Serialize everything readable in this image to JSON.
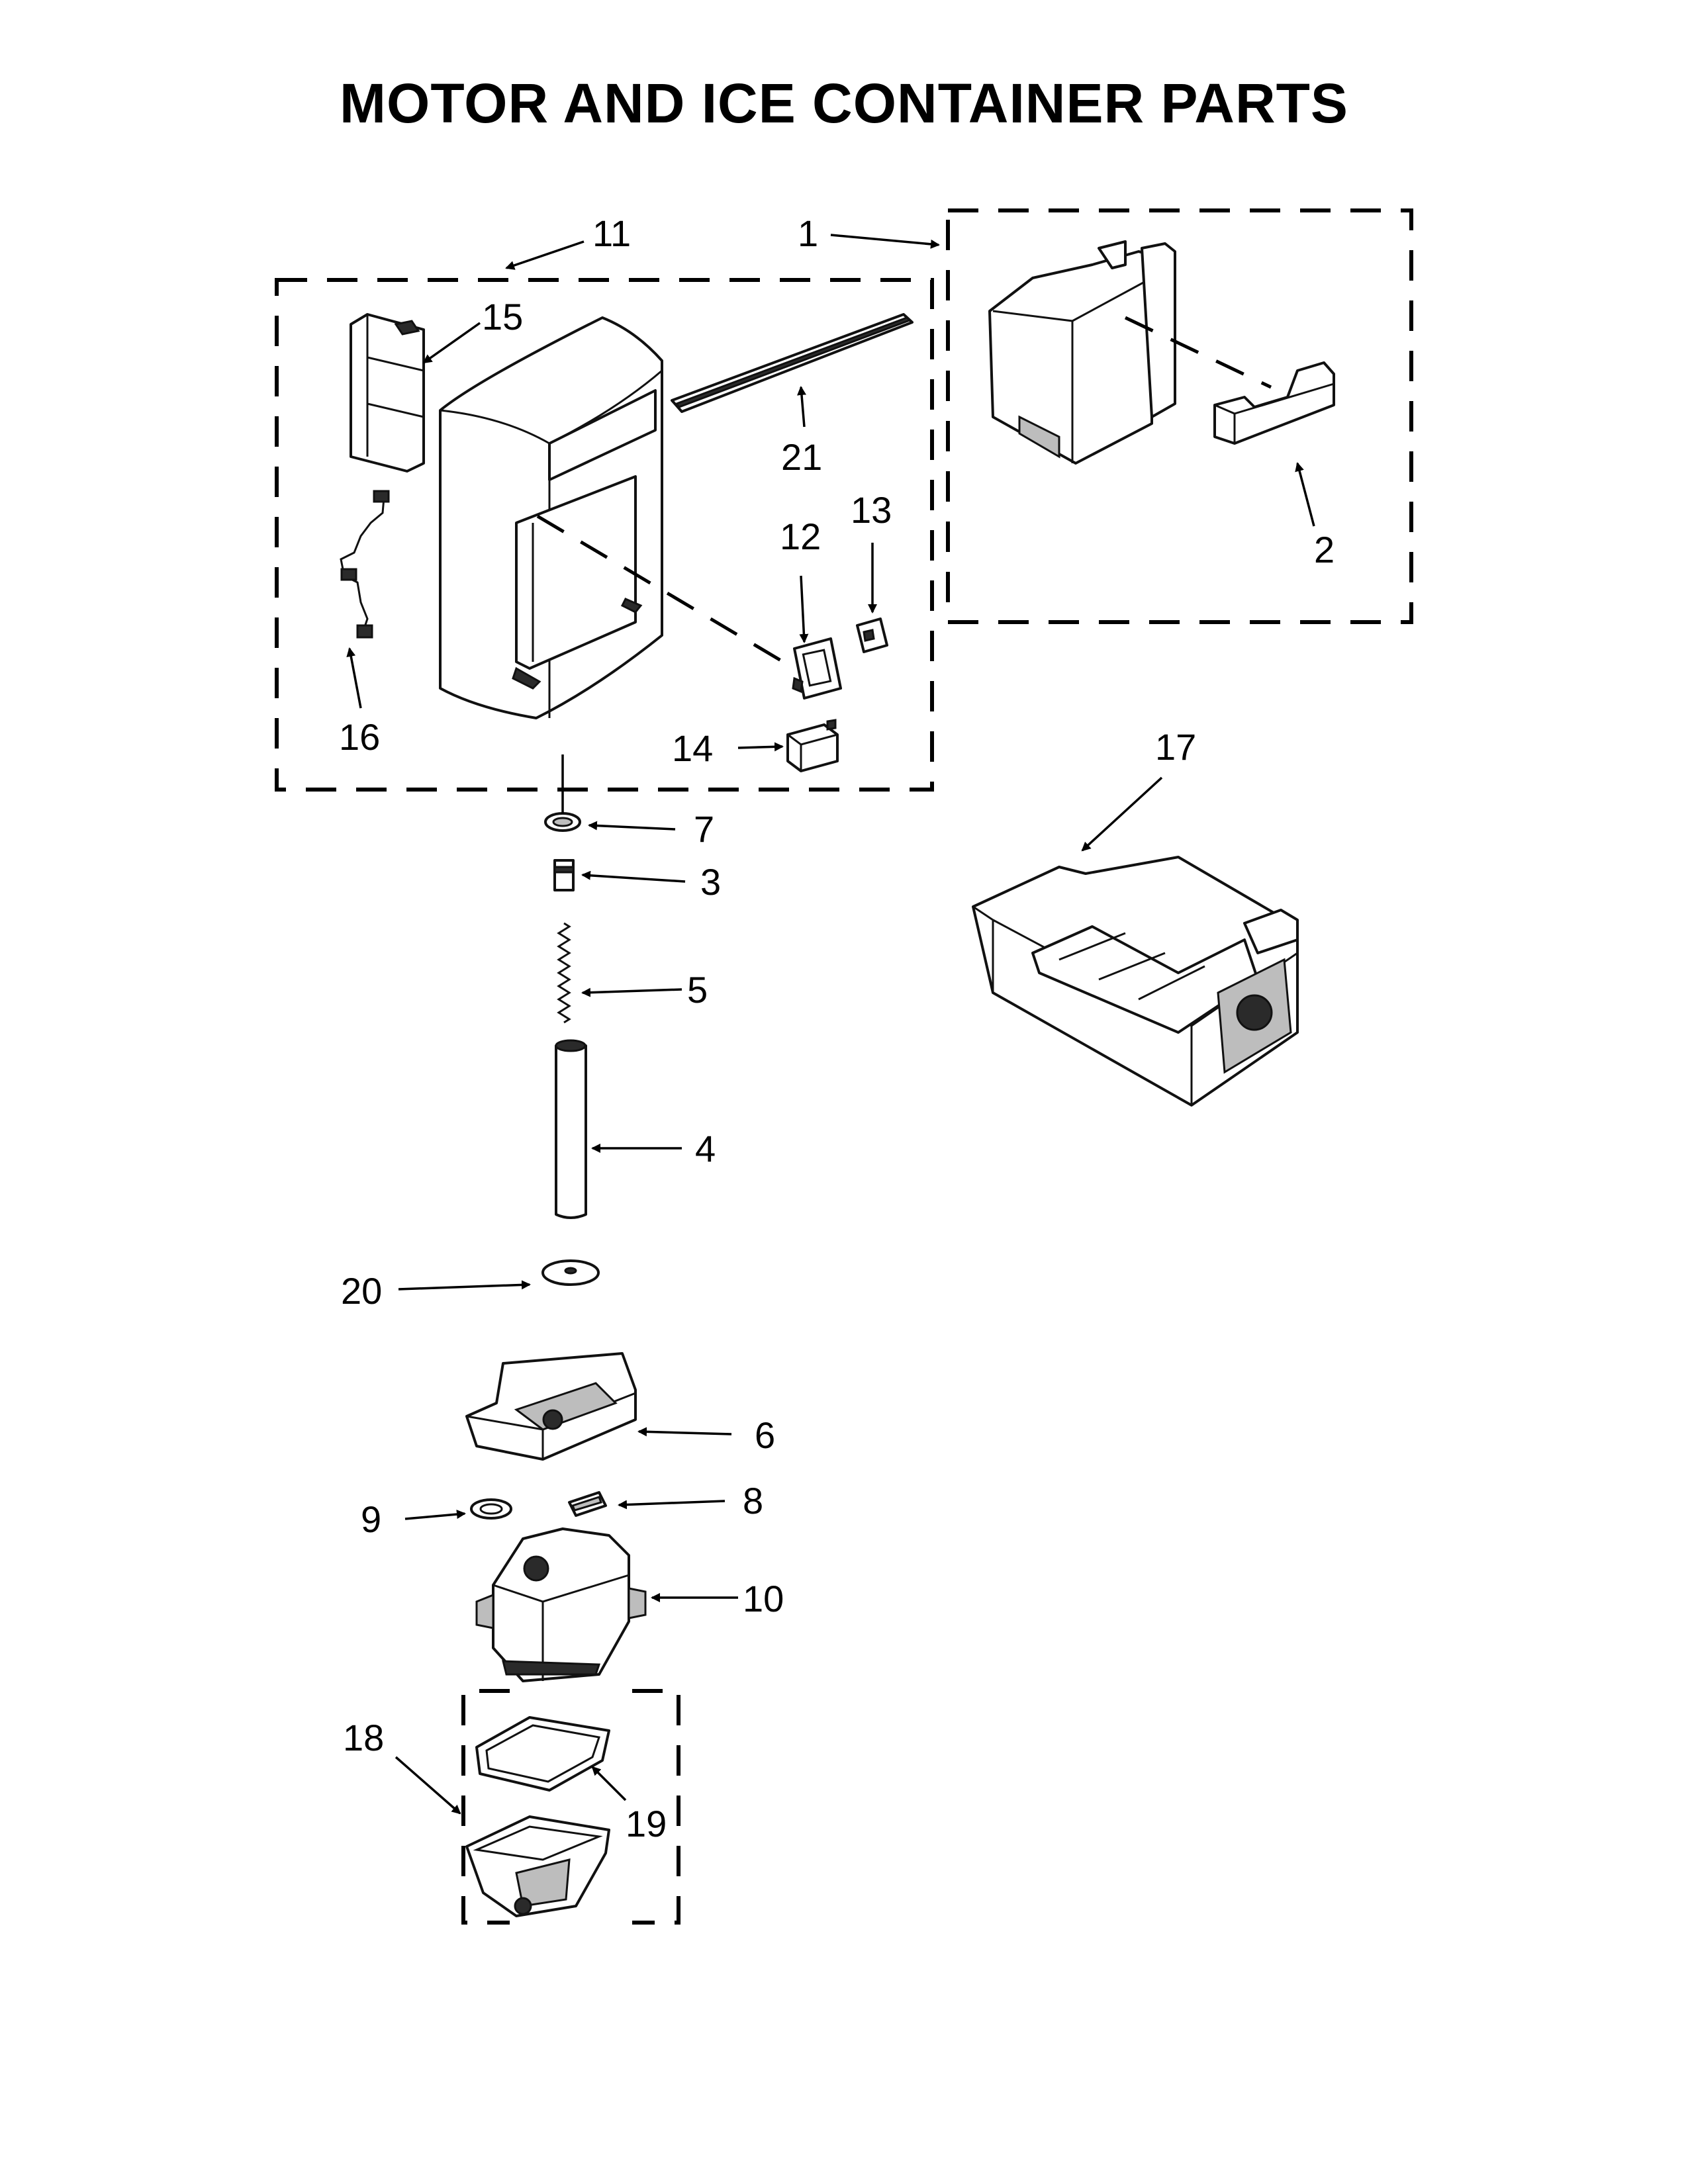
{
  "page": {
    "title": "MOTOR AND ICE CONTAINER PARTS"
  },
  "callouts": [
    {
      "id": "c1",
      "label": "1"
    },
    {
      "id": "c2",
      "label": "2"
    },
    {
      "id": "c3",
      "label": "3"
    },
    {
      "id": "c4",
      "label": "4"
    },
    {
      "id": "c5",
      "label": "5"
    },
    {
      "id": "c6",
      "label": "6"
    },
    {
      "id": "c7",
      "label": "7"
    },
    {
      "id": "c8",
      "label": "8"
    },
    {
      "id": "c9",
      "label": "9"
    },
    {
      "id": "c10",
      "label": "10"
    },
    {
      "id": "c11",
      "label": "11"
    },
    {
      "id": "c12",
      "label": "12"
    },
    {
      "id": "c13",
      "label": "13"
    },
    {
      "id": "c14",
      "label": "14"
    },
    {
      "id": "c15",
      "label": "15"
    },
    {
      "id": "c16",
      "label": "16"
    },
    {
      "id": "c17",
      "label": "17"
    },
    {
      "id": "c18",
      "label": "18"
    },
    {
      "id": "c19",
      "label": "19"
    },
    {
      "id": "c20",
      "label": "20"
    },
    {
      "id": "c21",
      "label": "21"
    }
  ]
}
